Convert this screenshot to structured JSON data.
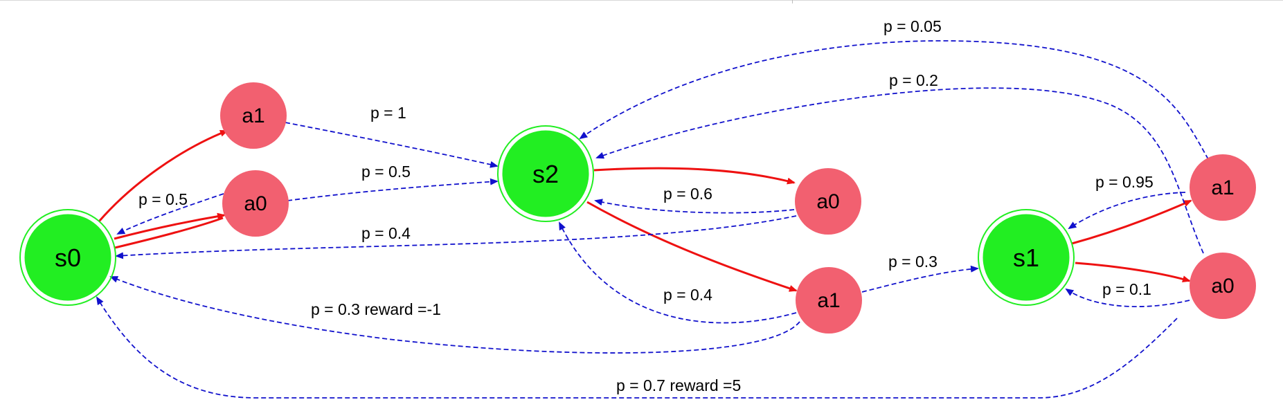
{
  "diagram": {
    "type": "markov-decision-process",
    "colors": {
      "state_fill": "#22ee22",
      "state_ring": "#22ee22",
      "action_fill": "#f26070",
      "action_edge": "#ee1111",
      "transition_edge": "#1111cc"
    },
    "nodes": {
      "s0": "s0",
      "s1": "s1",
      "s2": "s2",
      "s0_a1": "a1",
      "s0_a0": "a0",
      "s2_a0": "a0",
      "s2_a1": "a1",
      "s1_a1": "a1",
      "s1_a0": "a0"
    },
    "edge_labels": {
      "s0a1_to_s2": "p = 1",
      "s0a0_to_s2": "p = 0.5",
      "s0a0_to_s0": "p = 0.5",
      "s2a0_to_s2": "p = 0.6",
      "s2a0_to_s0": "p = 0.4",
      "s2a1_to_s2": "p = 0.4",
      "s2a1_to_s0": "p = 0.3  reward =-1",
      "s2a1_to_s1": "p = 0.3",
      "s1a1_to_s2": "p = 0.05",
      "s1a0_to_s2": "p = 0.2",
      "s1a1_to_s1": "p = 0.95",
      "s1a0_to_s1": "p = 0.1",
      "s1a0_to_s0": "p = 0.7  reward =5"
    }
  }
}
